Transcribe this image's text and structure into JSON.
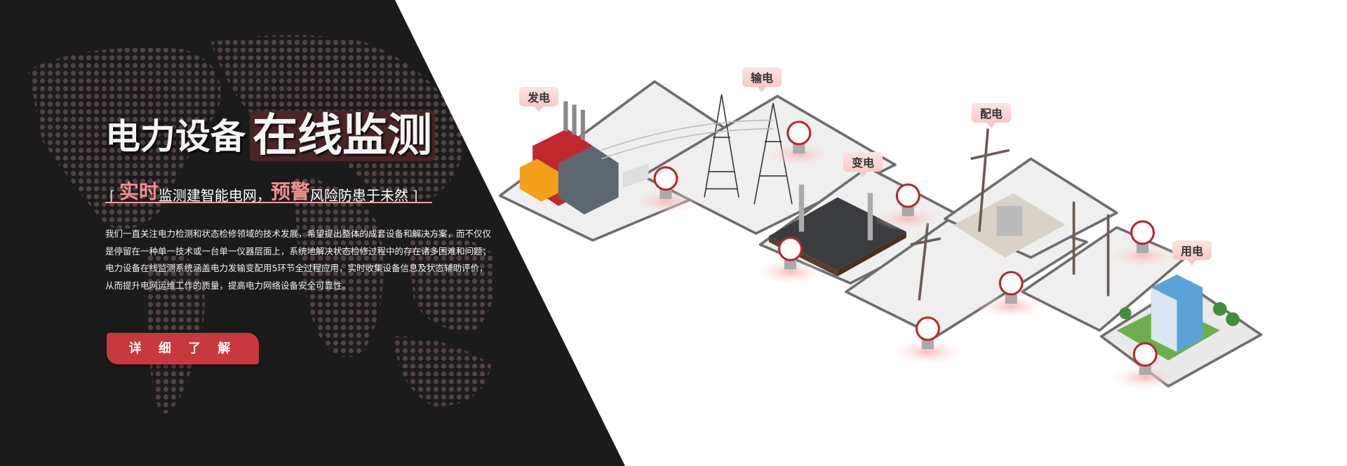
{
  "hero": {
    "title_plain": "电力设备",
    "title_highlight": "在线监测",
    "subtitle": {
      "bracket_open": "[",
      "hl1": "实时",
      "text1": "监测建智能电网，",
      "hl2": "预警",
      "text2": "风险防患于未然",
      "bracket_close": "]"
    },
    "paragraph": [
      "我们一直关注电力检测和状态检修领域的技术发展，希望提出整体的成套设备和解决方案，而不仅仅",
      "是停留在一种单一技术或一台单一仪器层面上，系统地解决状态检修过程中的存在诸多困难和问题；",
      "电力设备在线监测系统涵盖电力发输变配用5环节全过程应用，实时收集设备信息及状态辅助评价，",
      "从而提升电网运维工作的质量，提高电力网络设备安全可靠性。"
    ],
    "button_label": "详 细 了 解"
  },
  "stages": [
    "发电",
    "输电",
    "变电",
    "配电",
    "用电"
  ],
  "colors": {
    "dark_bg": "#1c1b1c",
    "accent": "#c9383c",
    "highlight": "#f39090",
    "dots": "#5b4849"
  }
}
